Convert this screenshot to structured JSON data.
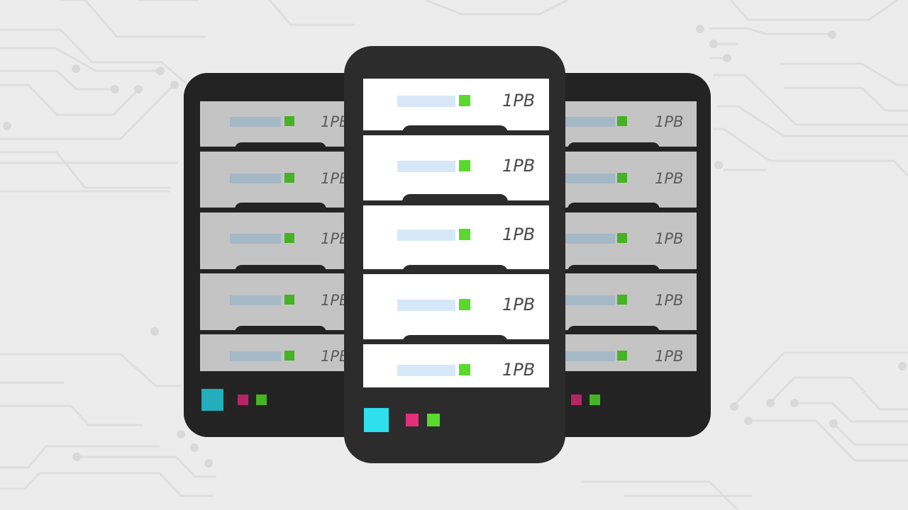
{
  "scene": {
    "description": "Three server racks illustration on circuit-board background",
    "background_color": "#ececec",
    "circuit_line_color": "#dcdcdc"
  },
  "colors": {
    "side_rack_body": "#232323",
    "center_rack_body": "#2c2c2c",
    "side_slot": "#c4c4c4",
    "center_slot": "#ffffff",
    "side_bar": "#a4b8c6",
    "center_bar": "#d6e8f8",
    "side_led": "#45b324",
    "center_led": "#58d92c",
    "side_cyan": "#22aebb",
    "center_cyan": "#2ee0ee",
    "side_pink": "#b52464",
    "center_pink": "#e42f7a",
    "side_green": "#45b324",
    "center_green": "#58d92c"
  },
  "racks": {
    "left": {
      "slots": [
        {
          "capacity": "1PB"
        },
        {
          "capacity": "1PB"
        },
        {
          "capacity": "1PB"
        },
        {
          "capacity": "1PB"
        },
        {
          "capacity": "1PB"
        }
      ],
      "indicators": [
        "cyan",
        "pink",
        "green"
      ]
    },
    "center": {
      "slots": [
        {
          "capacity": "1PB"
        },
        {
          "capacity": "1PB"
        },
        {
          "capacity": "1PB"
        },
        {
          "capacity": "1PB"
        },
        {
          "capacity": "1PB"
        }
      ],
      "indicators": [
        "cyan",
        "pink",
        "green"
      ]
    },
    "right": {
      "slots": [
        {
          "capacity": "1PB"
        },
        {
          "capacity": "1PB"
        },
        {
          "capacity": "1PB"
        },
        {
          "capacity": "1PB"
        },
        {
          "capacity": "1PB"
        }
      ],
      "indicators": [
        "pink",
        "green"
      ]
    }
  }
}
